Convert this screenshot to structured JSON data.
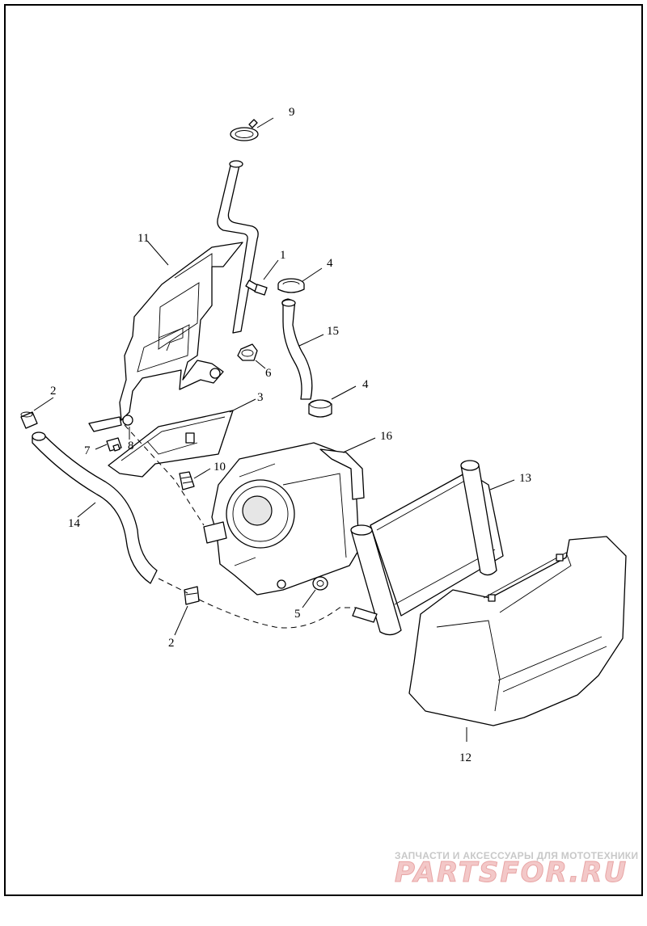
{
  "diagram": {
    "callouts": [
      "9",
      "11",
      "1",
      "4",
      "15",
      "6",
      "4",
      "3",
      "2",
      "7",
      "8",
      "10",
      "16",
      "13",
      "14",
      "2",
      "5",
      "12"
    ]
  },
  "watermark": {
    "text": "ЗАПЧАСТИ И АКСЕССУАРЫ ДЛЯ МОТОТЕХНИКИ",
    "logo": "PARTSFOR.RU"
  }
}
